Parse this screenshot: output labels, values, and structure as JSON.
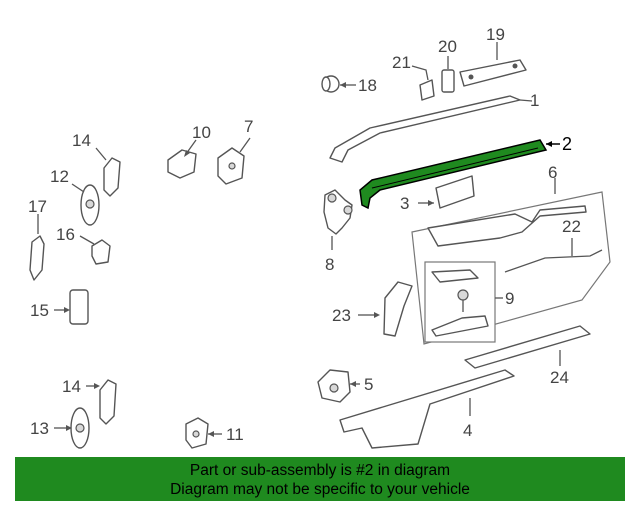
{
  "diagram": {
    "labels": {
      "p1": "1",
      "p2": "2",
      "p3": "3",
      "p4": "4",
      "p5": "5",
      "p6": "6",
      "p7": "7",
      "p8": "8",
      "p9": "9",
      "p10": "10",
      "p11": "11",
      "p12": "12",
      "p13": "13",
      "p14a": "14",
      "p14b": "14",
      "p15": "15",
      "p16": "16",
      "p17": "17",
      "p18": "18",
      "p19": "19",
      "p20": "20",
      "p21": "21",
      "p22": "22",
      "p23": "23",
      "p24": "24"
    },
    "highlight_color": "#1f8a1f"
  },
  "banner": {
    "line1": "Part or sub-assembly is #2 in diagram",
    "line2": "Diagram may not be specific to your vehicle",
    "background": "#1f8a1f"
  }
}
